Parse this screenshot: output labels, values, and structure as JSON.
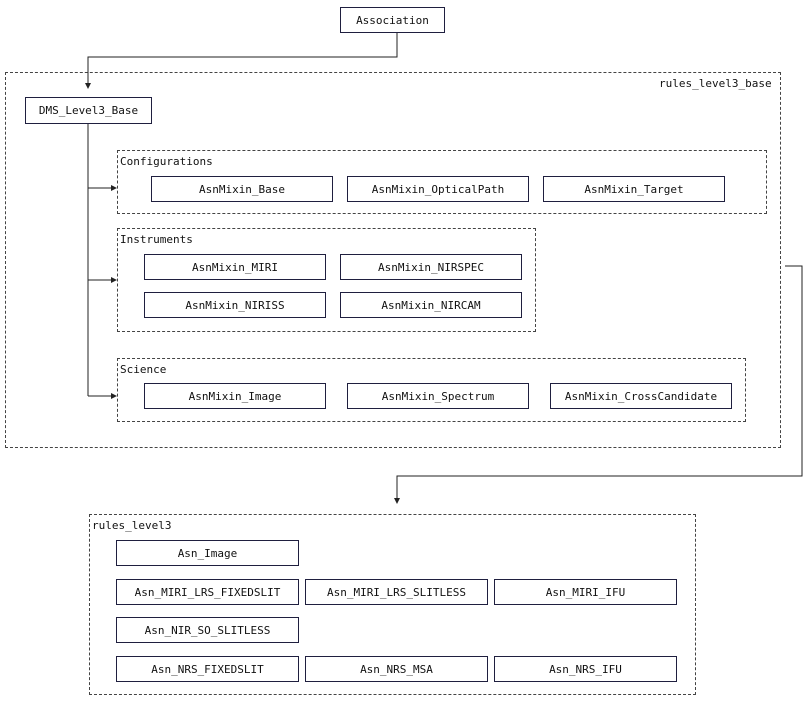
{
  "association": "Association",
  "base_group": {
    "label": "rules_level3_base",
    "dms_base": "DMS_Level3_Base",
    "configurations": {
      "label": "Configurations",
      "items": [
        "AsnMixin_Base",
        "AsnMixin_OpticalPath",
        "AsnMixin_Target"
      ]
    },
    "instruments": {
      "label": "Instruments",
      "items": [
        "AsnMixin_MIRI",
        "AsnMixin_NIRSPEC",
        "AsnMixin_NIRISS",
        "AsnMixin_NIRCAM"
      ]
    },
    "science": {
      "label": "Science",
      "items": [
        "AsnMixin_Image",
        "AsnMixin_Spectrum",
        "AsnMixin_CrossCandidate"
      ]
    }
  },
  "level3_group": {
    "label": "rules_level3",
    "items": [
      "Asn_Image",
      "Asn_MIRI_LRS_FIXEDSLIT",
      "Asn_MIRI_LRS_SLITLESS",
      "Asn_MIRI_IFU",
      "Asn_NIR_SO_SLITLESS",
      "Asn_NRS_FIXEDSLIT",
      "Asn_NRS_MSA",
      "Asn_NRS_IFU"
    ]
  }
}
